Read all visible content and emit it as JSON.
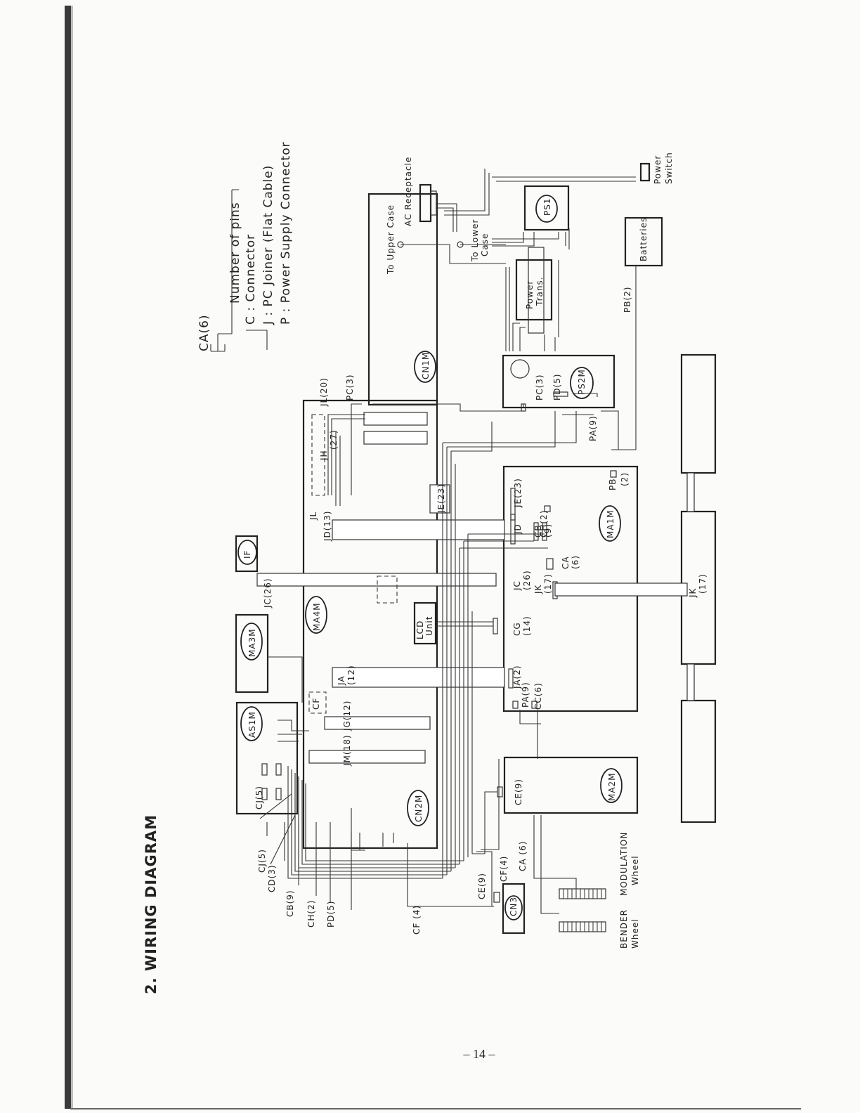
{
  "page": {
    "title": "2.  WIRING DIAGRAM",
    "page_number": "– 14 –"
  },
  "legend": {
    "example": "CA(6)",
    "number_of_pins": "Number of pins",
    "c": "C  : Connector",
    "j": "J  : PC Joiner (Flat Cable)",
    "p": "P  : Power Supply Connector"
  },
  "modules": {
    "ps2m": "PS2M",
    "cn1m": "CN1M",
    "cn2m": "CN2M",
    "ma4m": "MA4M",
    "ma1m": "MA1M",
    "ma2m": "MA2M",
    "ma3m": "MA3M",
    "as1m": "AS1M",
    "if": "IF",
    "cn3": "CN3",
    "lcd": "LCD",
    "lcd_unit": "Unit",
    "power_top": "Power",
    "power_bottom": "Trans.",
    "ps1": "PS1"
  },
  "connectors": {
    "pc3": "PC(3)",
    "pd5": "PD(5)",
    "pb2_top": "PB",
    "pb2_bottom": "(2)",
    "je23_board": "JE(23)",
    "jd_board": "JD",
    "ch2_board": "CH(2)",
    "cb_board": "CB",
    "cb_pins": "(9)",
    "ca_board": "CA",
    "ca_pins": "(6)",
    "jc_board": "JC",
    "jc_pins": "(26)",
    "jk_board": "JK",
    "jk_pins": "(17)",
    "cg_board": "CG",
    "cg_pins": "(14)",
    "ja_board": "JA(2)",
    "pa_board": "PA(9)",
    "cc_board": "CC(6)",
    "ce_board": "CE(9)",
    "cj_board": "CJ(5)",
    "jl20": "JL(20)",
    "pc3_cable": "PC(3)",
    "jh": "JH",
    "jh_pins": "(27)",
    "pa9_cable": "PA(9)",
    "pb2_cable": "PB(2)",
    "je23_cable": "JE(23)",
    "jd13": "JD(13)",
    "jd_joiner": "JL",
    "jc26_cable": "JC(26)",
    "jk17_cable": "JK",
    "jk17_cable_pins": "(17)",
    "ja_cable": "JA",
    "ja_cable_pins": "(12)",
    "cf_joiner": "CF",
    "jg12": "JG(12)",
    "jm18": "JM(18)",
    "cj5": "CJ(5)",
    "cd3": "CD(3)",
    "cb9": "CB(9)",
    "ch2_cable": "CH(2)",
    "pd5_cable": "PD(5)",
    "cf4": "CF (4)",
    "ce9_cable": "CE(9)",
    "cf4_board": "CF(4)",
    "ca6_cable": "CA (6)"
  },
  "labels": {
    "ac_receptacle": "AC Receptacle",
    "power_switch_top": "Power",
    "power_switch_bottom": "Switch",
    "batteries": "Batteries",
    "to_upper_case": "To Upper Case",
    "to_lower_top": "To Lower",
    "to_lower_bottom": "Case",
    "bender": "BENDER",
    "wheel_left": "Wheel",
    "modulation": "MODULATION",
    "wheel_right": "Wheel"
  }
}
